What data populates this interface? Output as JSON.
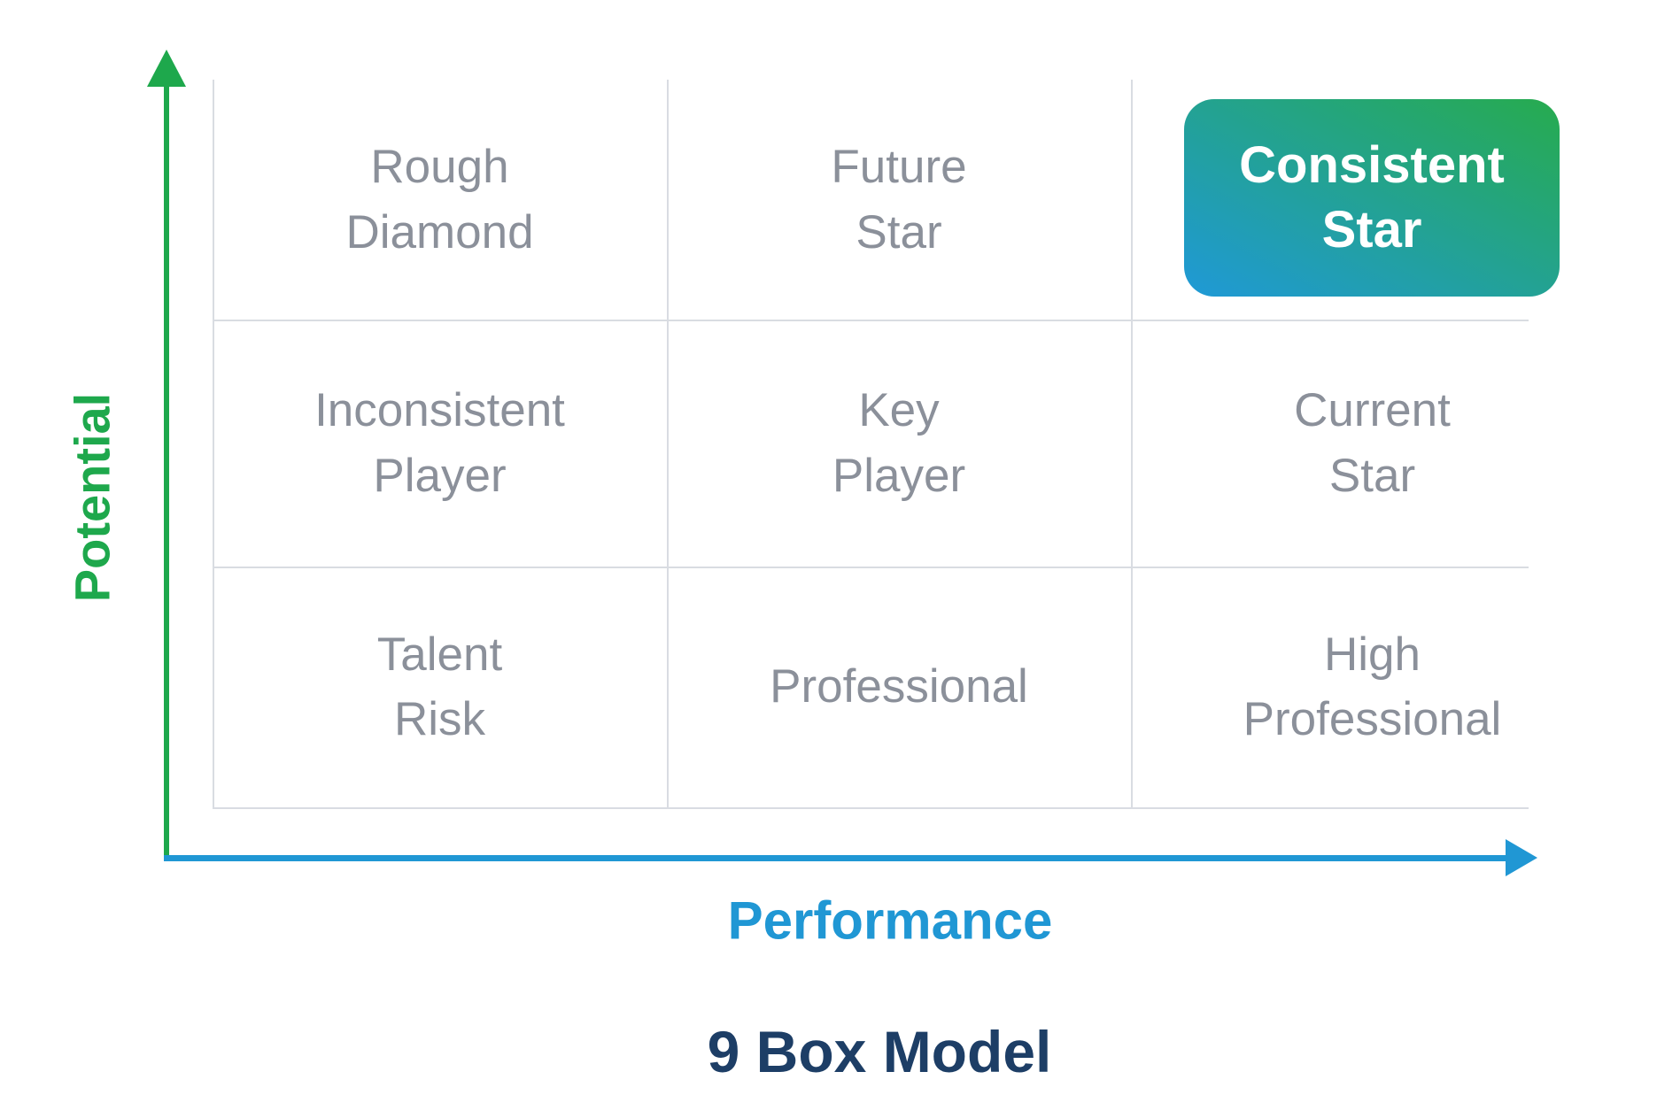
{
  "title": "9 Box Model",
  "axes": {
    "y": {
      "label": "Potential",
      "color": "#1ea84c"
    },
    "x": {
      "label": "Performance",
      "color": "#2097d4"
    }
  },
  "matrix": {
    "rows": 3,
    "cols": 3,
    "cells": [
      {
        "row": 1,
        "col": 1,
        "label": "Rough\nDiamond",
        "highlighted": false
      },
      {
        "row": 1,
        "col": 2,
        "label": "Future\nStar",
        "highlighted": false
      },
      {
        "row": 1,
        "col": 3,
        "label": "Consistent\nStar",
        "highlighted": true
      },
      {
        "row": 2,
        "col": 1,
        "label": "Inconsistent\nPlayer",
        "highlighted": false
      },
      {
        "row": 2,
        "col": 2,
        "label": "Key\nPlayer",
        "highlighted": false
      },
      {
        "row": 2,
        "col": 3,
        "label": "Current\nStar",
        "highlighted": false
      },
      {
        "row": 3,
        "col": 1,
        "label": "Talent\nRisk",
        "highlighted": false
      },
      {
        "row": 3,
        "col": 2,
        "label": "Professional",
        "highlighted": false
      },
      {
        "row": 3,
        "col": 3,
        "label": "High\nProfessional",
        "highlighted": false
      }
    ]
  },
  "colors": {
    "cell_text_gray": "#8b909a",
    "grid_line": "#d9dce2",
    "potential_green": "#1ea84c",
    "performance_blue": "#2097d4",
    "title_navy": "#1d3e66",
    "highlight_gradient_start": "#1f99d7",
    "highlight_gradient_end": "#27ab4e",
    "highlight_text": "#ffffff"
  }
}
